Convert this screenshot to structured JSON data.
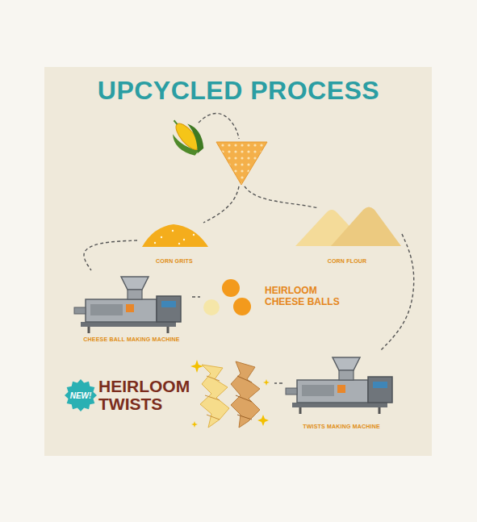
{
  "diagram": {
    "title": "UPCYCLED PROCESS",
    "nodes": [
      {
        "text": [
          "CORN GRITS"
        ]
      },
      {
        "text": [
          "CORN FLOUR"
        ]
      },
      {
        "text": [
          "CHEESE BALL MAKING MACHINE"
        ]
      },
      {
        "text": [
          "HEIRLOOM CHEESE BALLS"
        ]
      },
      {
        "text": [
          "HEIRLOOM TWISTS"
        ]
      },
      {
        "text": [
          "NEW!"
        ],
        "in": 4
      },
      {
        "text": [
          "TWISTS MAKING MACHINE"
        ]
      }
    ],
    "edges": [
      {
        "from": 0,
        "to": 2,
        "arrow": "none"
      },
      {
        "from": 2,
        "to": 3,
        "arrow": "none"
      },
      {
        "from": 1,
        "to": 6,
        "arrow": "none"
      },
      {
        "from": 6,
        "to": 4,
        "arrow": "none"
      }
    ]
  }
}
